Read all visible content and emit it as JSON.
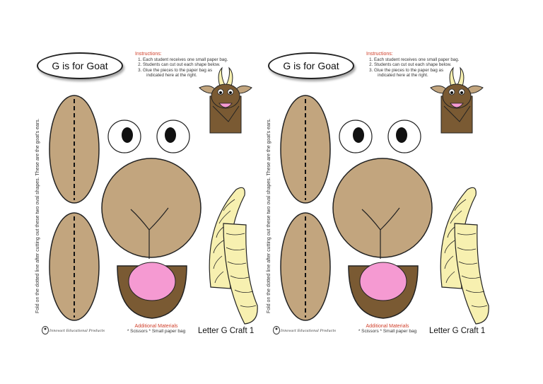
{
  "sheets": [
    {
      "title": "G is for Goat",
      "instructions_heading": "Instructions:",
      "steps": [
        "Each student receives one small paper bag.",
        "Students can cut out  each shape below.",
        "Glue the pieces to the paper bag as",
        "indicated here at the right."
      ],
      "fold_note": "Fold on the dotted line after cutting out these two oval shapes.  These are the goat's ears.",
      "materials_heading": "Additional Materials",
      "materials": "*  Scissors    *  Small paper bag",
      "logo_text": "Innovact Educational Products",
      "craft_label": "Letter G Craft 1"
    },
    {
      "title": "G is for Goat",
      "instructions_heading": "Instructions:",
      "steps": [
        "Each student receives one small paper bag.",
        "Students can cut out  each shape below.",
        "Glue the pieces to the paper bag as",
        "indicated here at the right."
      ],
      "fold_note": "Fold on the dotted line after cutting out these two oval shapes.  These are the goat's ears.",
      "materials_heading": "Additional Materials",
      "materials": "*  Scissors    *  Small paper bag",
      "logo_text": "Innovact Educational Products",
      "craft_label": "Letter G Craft 1"
    }
  ],
  "colors": {
    "tan": "#c2a57e",
    "dark_brown": "#7a5a33",
    "pink": "#f59ad2",
    "horn": "#f7f0b0",
    "instruction_red": "#d0402b"
  },
  "icons": [
    "goat-puppet-icon",
    "logo-icon"
  ]
}
